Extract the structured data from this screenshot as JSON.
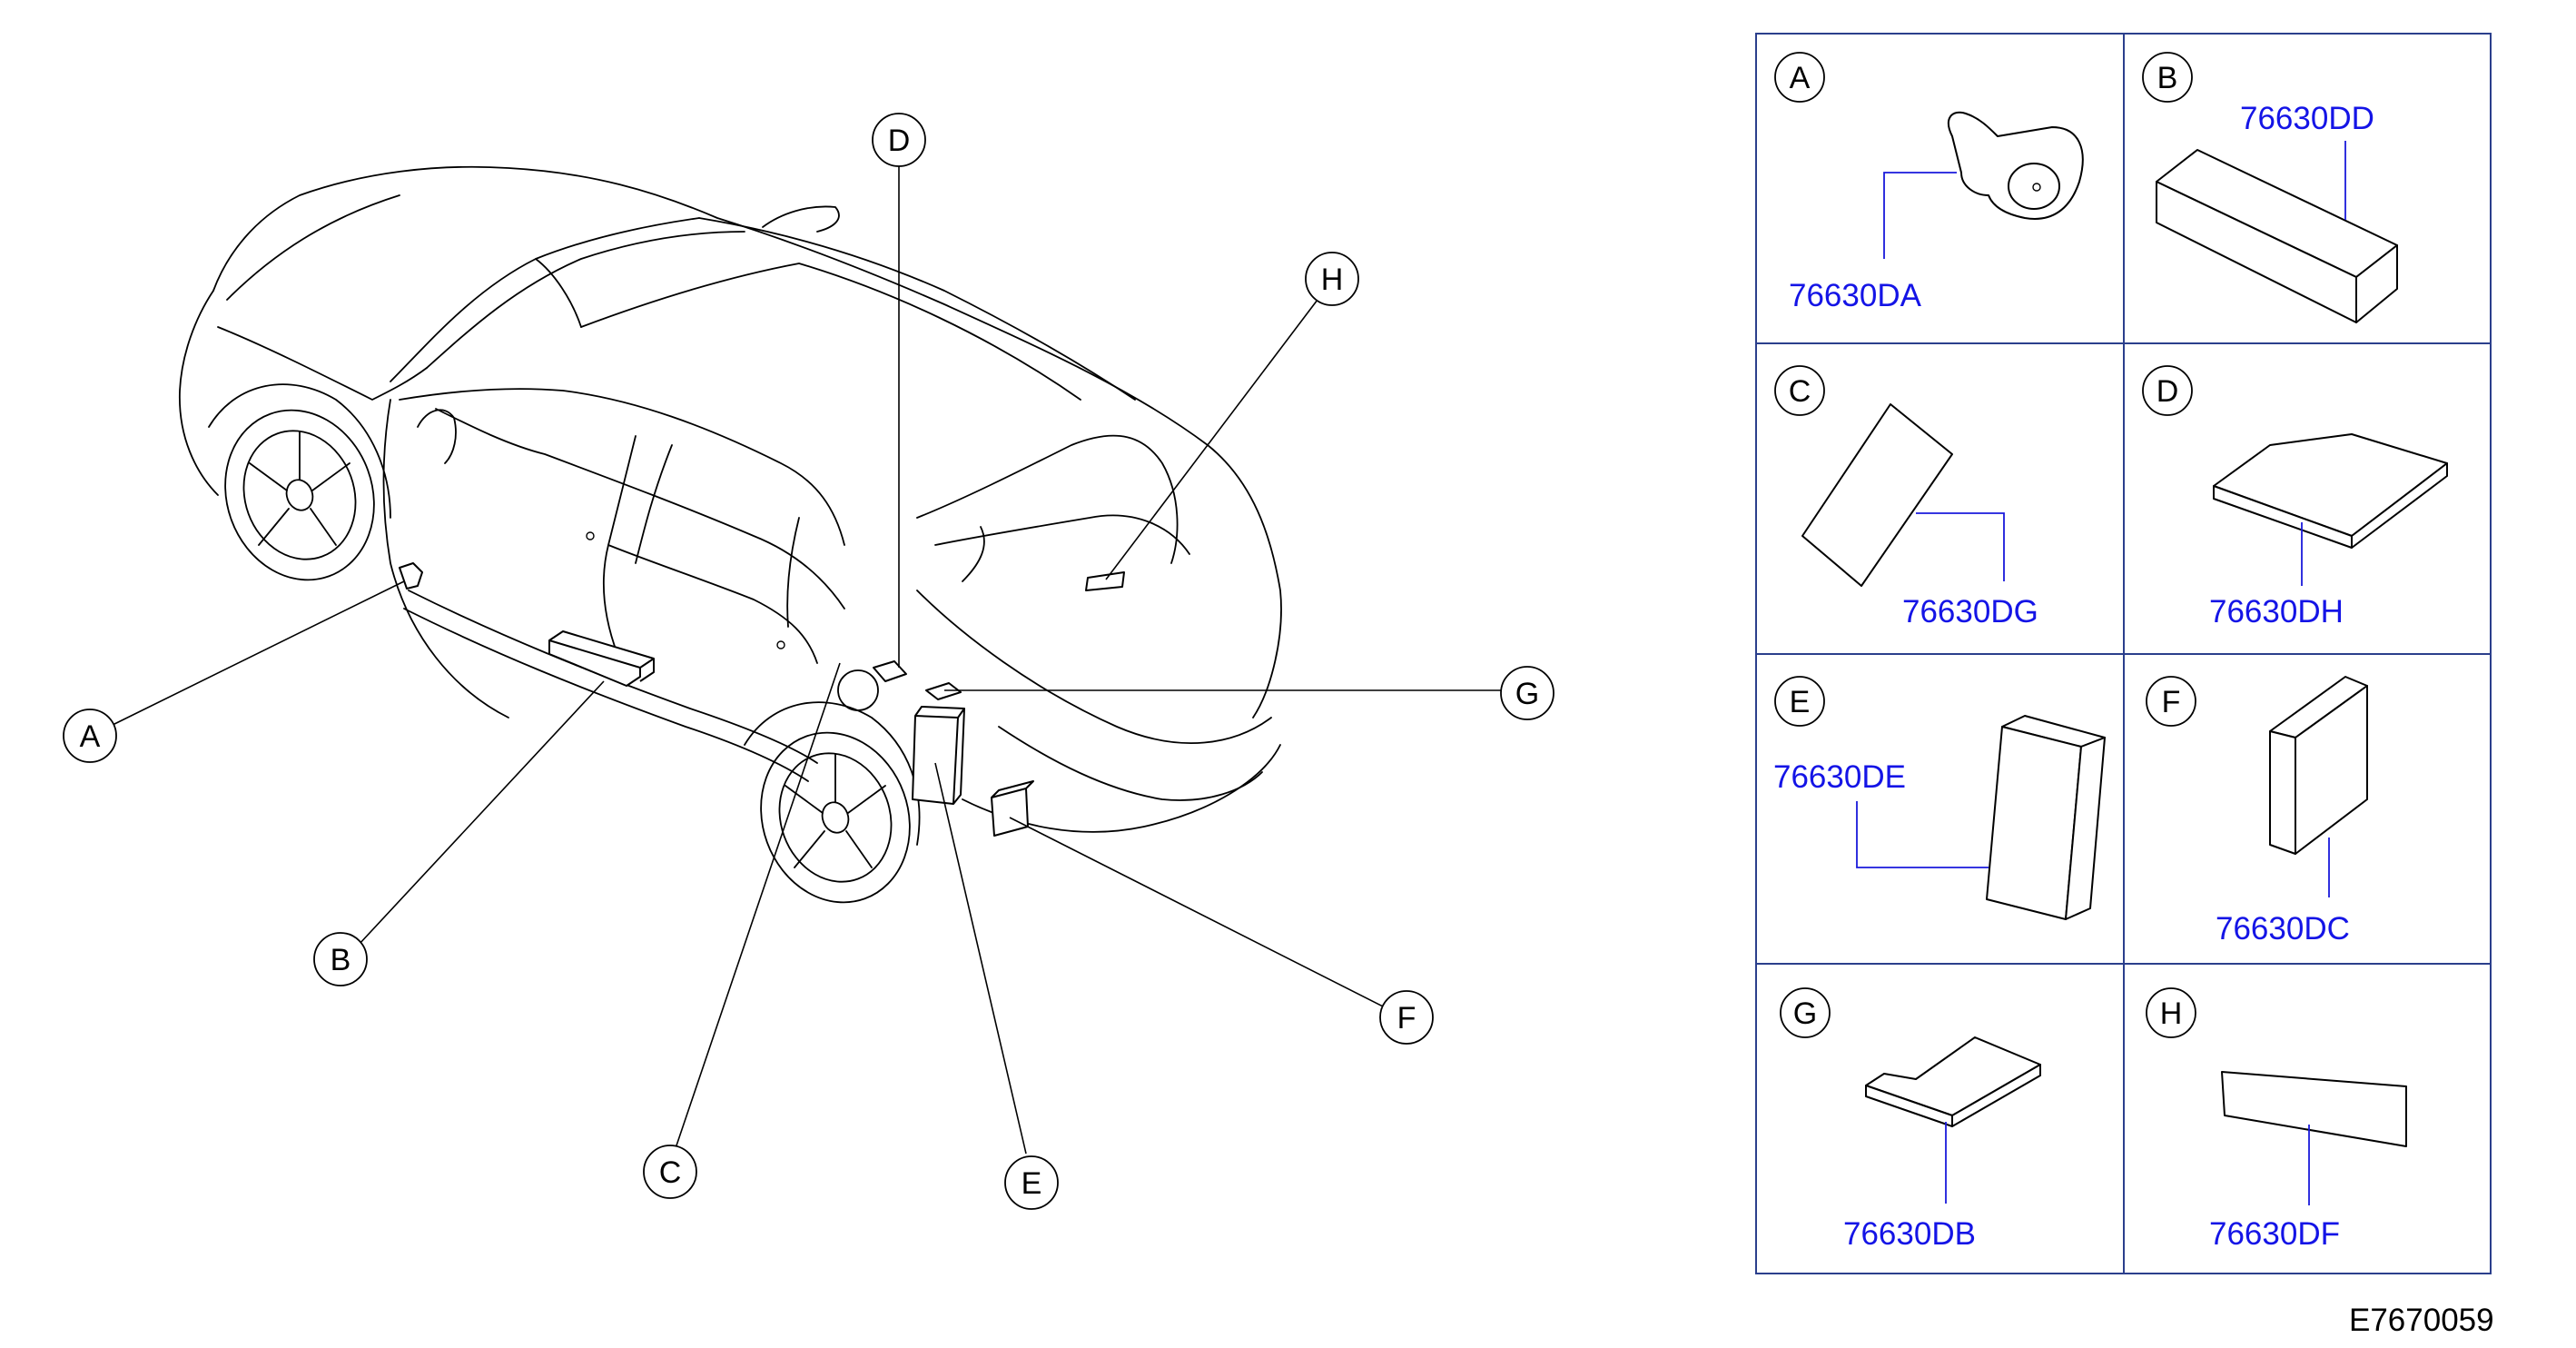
{
  "callouts": {
    "A": "A",
    "B": "B",
    "C": "C",
    "D": "D",
    "E": "E",
    "F": "F",
    "G": "G",
    "H": "H"
  },
  "legend": [
    {
      "letter": "A",
      "part_number": "76630DA"
    },
    {
      "letter": "B",
      "part_number": "76630DD"
    },
    {
      "letter": "C",
      "part_number": "76630DG"
    },
    {
      "letter": "D",
      "part_number": "76630DH"
    },
    {
      "letter": "E",
      "part_number": "76630DE"
    },
    {
      "letter": "F",
      "part_number": "76630DC"
    },
    {
      "letter": "G",
      "part_number": "76630DB"
    },
    {
      "letter": "H",
      "part_number": "76630DF"
    }
  ],
  "diagram_code": "E7670059",
  "colors": {
    "part_number": "#1414e6",
    "grid": "#2b3f8c",
    "line": "#000000"
  }
}
